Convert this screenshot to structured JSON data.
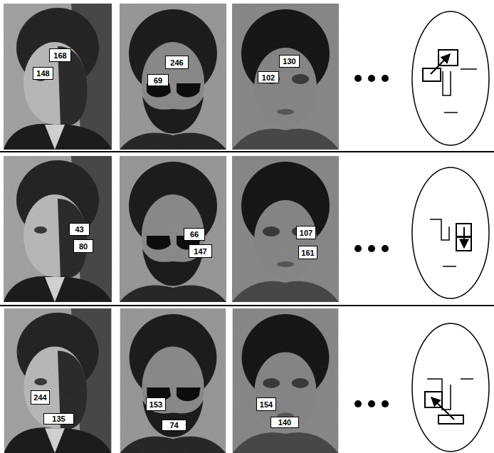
{
  "diagram": {
    "nodes": [
      {
        "text": [
          "168"
        ]
      },
      {
        "text": [
          "148"
        ]
      },
      {
        "text": [
          "246"
        ]
      },
      {
        "text": [
          "69"
        ]
      },
      {
        "text": [
          "130"
        ]
      },
      {
        "text": [
          "102"
        ]
      },
      {
        "text": [
          "43"
        ]
      },
      {
        "text": [
          "80"
        ]
      },
      {
        "text": [
          "66"
        ]
      },
      {
        "text": [
          "147"
        ]
      },
      {
        "text": [
          "107"
        ]
      },
      {
        "text": [
          "161"
        ]
      },
      {
        "text": [
          "244"
        ]
      },
      {
        "text": [
          "135"
        ]
      },
      {
        "text": [
          "153"
        ]
      },
      {
        "text": [
          "74"
        ]
      },
      {
        "text": [
          "154"
        ]
      },
      {
        "text": [
          "140"
        ]
      }
    ]
  }
}
